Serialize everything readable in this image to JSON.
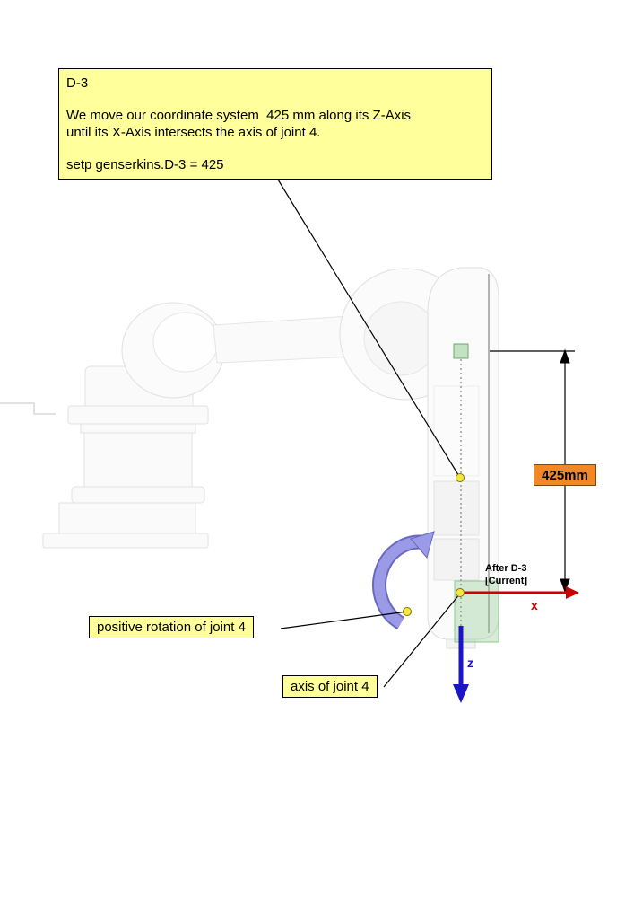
{
  "note_d3": {
    "title": "D-3",
    "line1": "We move our coordinate system  425 mm along its Z-Axis",
    "line2": "until its X-Axis intersects the axis of joint 4.",
    "command": "setp genserkins.D-3 = 425"
  },
  "dimension": {
    "label": "425mm",
    "value_mm": 425
  },
  "frame_label": {
    "line1": "After D-3",
    "line2": "[Current]"
  },
  "axis_labels": {
    "x": "x",
    "z": "z"
  },
  "callouts": {
    "rotation": "positive rotation of joint 4",
    "axis": "axis of joint 4"
  },
  "colors": {
    "callout_bg": "#ffff9c",
    "dimension_label_bg": "#f08828",
    "x_axis": "#cc0000",
    "z_axis": "#1a15c8",
    "rotation_arrow": "#9a9ae6",
    "highlight_green": "#8bc88b",
    "anchor_dot": "#f5e642"
  }
}
